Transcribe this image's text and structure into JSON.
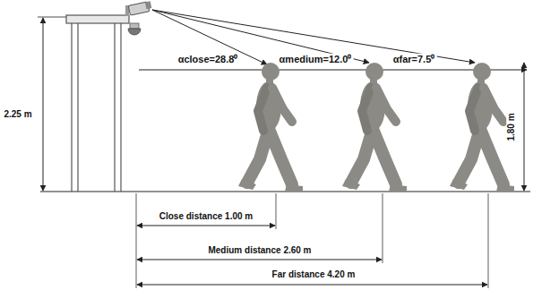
{
  "diagram": {
    "labels": [
      "2.25 m",
      "αclose=28.8⁰",
      "αmedium=12.0⁰",
      "αfar=7.5⁰",
      "1.80 m",
      "Close distance 1.00 m",
      "Medium distance 2.60 m",
      "Far distance 4.20 m"
    ]
  }
}
